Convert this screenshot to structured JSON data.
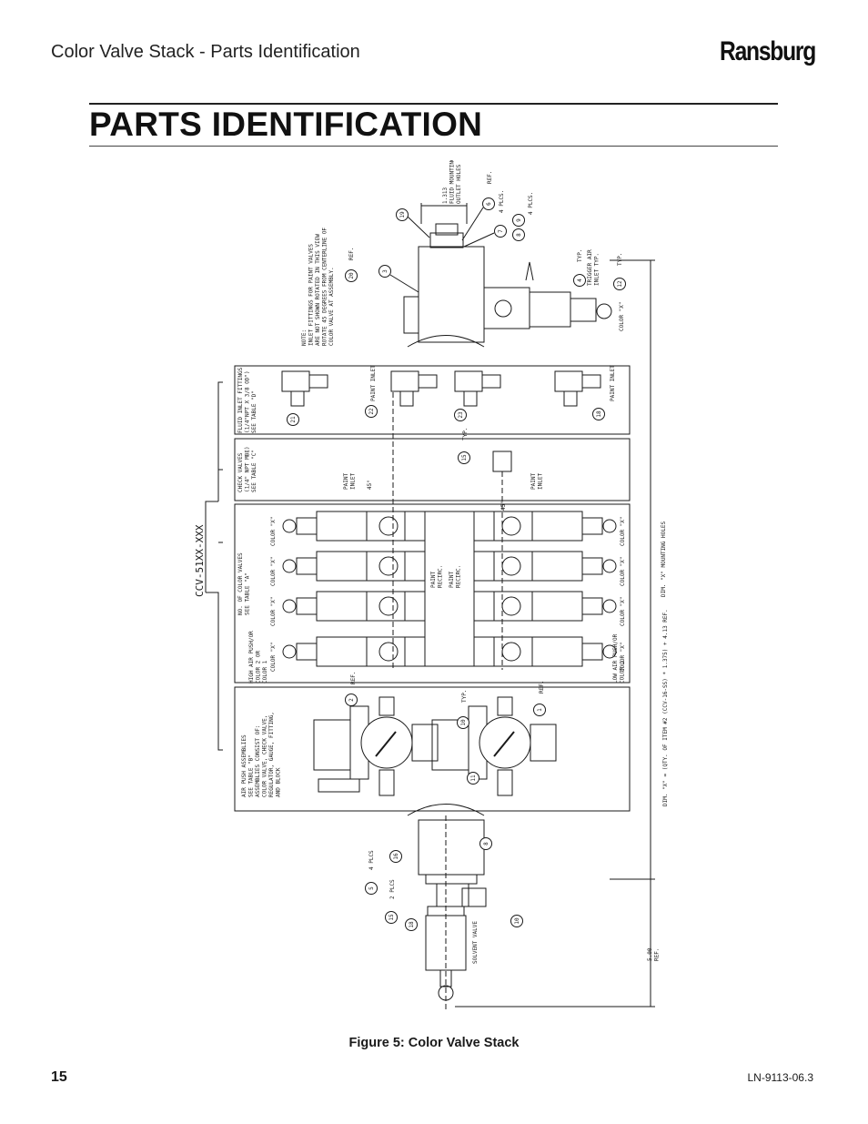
{
  "header": {
    "title": "Color Valve Stack - Parts Identification",
    "brand": "Ransburg"
  },
  "section": {
    "heading": "PARTS IDENTIFICATION"
  },
  "drawing": {
    "model_code": "CCV-51XX-XXX",
    "note": [
      "NOTE:",
      "INLET FITTINGS FOR PAINT VALVES",
      "ARE NOT SHOWN ROTATED IN THIS VIEW",
      "ROTATE 45 DEGREES FROM CENTERLINE OF",
      "COLOR VALVE AT ASSEMBLY."
    ],
    "fluid_inlet_label": [
      "FLUID INLET FITTINGS",
      "(1/4\"NPT X 3/8 OD\")",
      "SEE TABLE \"D\""
    ],
    "check_valves_label": [
      "CHECK VALVES",
      "(1/4\" NPT MBE)",
      "SEE TABLE \"C\""
    ],
    "color_valves_label": [
      "NO. OF COLOR VALVES",
      "SEE TABLE \"A\""
    ],
    "air_push_label": [
      "AIR PUSH ASSEMBLIES",
      "SEE TABLE \"B\"",
      "ASSEMBLIES CONSIST OF:",
      "COLOR VALVE, CHECK VALVE,",
      "REGULATOR, GAUGE, FITTING,",
      "AND BLOCK"
    ],
    "top_callouts": {
      "outlet_holes": [
        "1.313",
        "FLUID MOUNTING",
        "OUTLET HOLES"
      ],
      "ref6": "REF.",
      "plcs7": "4 PLCS.",
      "plcs89": "4 PLCS.",
      "ref20": "REF.",
      "typ4": "TYP.",
      "trigger_air": [
        "TRIGGER AIR",
        "INLET TYP."
      ],
      "typ12": "TYP.",
      "color_x": "COLOR \"X\""
    },
    "paint_inlet": "PAINT INLET",
    "paint_recirc": [
      "PAINT",
      "RECIRC."
    ],
    "paint_inlet_center": [
      "PAINT",
      "INLET"
    ],
    "angle_45": "45°",
    "typ15": "TYP.",
    "typ2": "TYP.",
    "ref10": "REF.",
    "high_air_label": [
      "HIGH AIR PUSH/OR",
      "COLOR 2 OR",
      "COLOR 1"
    ],
    "low_air_label": [
      "LOW AIR PUSH/OR",
      "COLOR 1"
    ],
    "color_x_label": "COLOR \"X\"",
    "dim_mounting": "DIM. \"X\" MOUNTING HOLES",
    "dim_formula": "DIM. \"X\" = (QTY. OF ITEM #2 (CCV-16-SS) * 1.375) + 4.13 REF.",
    "dim_500": [
      "5.00",
      "REF."
    ],
    "plcs8_bottom": "4 PLCS",
    "plcs5_bottom": "2 PLCS",
    "solvent_valve": "SOLVENT VALVE",
    "balloons": [
      "19",
      "6",
      "7",
      "8",
      "9",
      "3",
      "20",
      "4",
      "12",
      "21",
      "22",
      "23",
      "18",
      "15",
      "2",
      "10",
      "11",
      "1",
      "16",
      "8",
      "5",
      "15",
      "18",
      "10"
    ]
  },
  "figure": {
    "caption": "Figure 5:  Color Valve Stack"
  },
  "footer": {
    "page_number": "15",
    "doc_number": "LN-9113-06.3"
  }
}
